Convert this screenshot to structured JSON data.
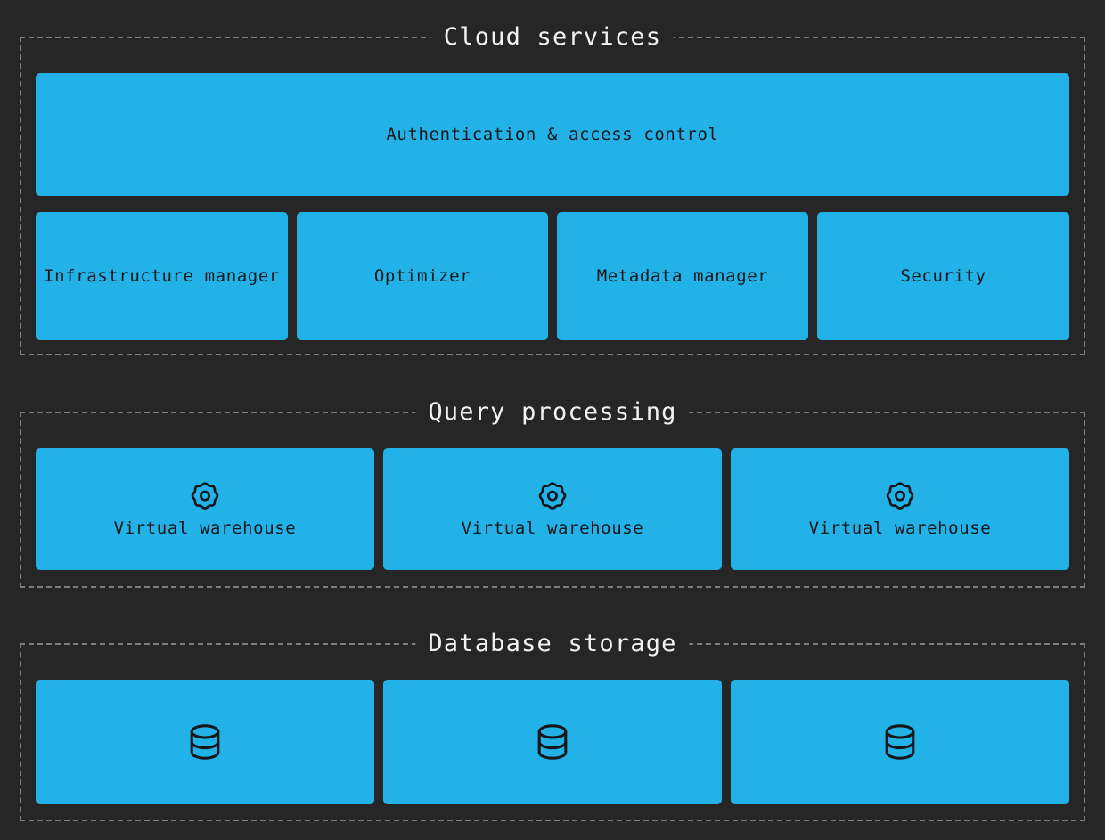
{
  "diagram": {
    "background_color": "#262626",
    "node_color": "#22b2e8",
    "node_text_color": "#17171a",
    "group_border_color": "#7d7d7d",
    "group_title_color": "#f2f2f2",
    "sections": [
      {
        "id": "cloud-services",
        "title": "Cloud services",
        "rows": [
          {
            "nodes": [
              {
                "label": "Authentication & access control",
                "icon": ""
              }
            ]
          },
          {
            "nodes": [
              {
                "label": "Infrastructure manager",
                "icon": ""
              },
              {
                "label": "Optimizer",
                "icon": ""
              },
              {
                "label": "Metadata manager",
                "icon": ""
              },
              {
                "label": "Security",
                "icon": ""
              }
            ]
          }
        ]
      },
      {
        "id": "query-processing",
        "title": "Query processing",
        "rows": [
          {
            "nodes": [
              {
                "label": "Virtual warehouse",
                "icon": "gear-icon"
              },
              {
                "label": "Virtual warehouse",
                "icon": "gear-icon"
              },
              {
                "label": "Virtual warehouse",
                "icon": "gear-icon"
              }
            ]
          }
        ]
      },
      {
        "id": "database-storage",
        "title": "Database storage",
        "rows": [
          {
            "nodes": [
              {
                "label": "",
                "icon": "database-icon"
              },
              {
                "label": "",
                "icon": "database-icon"
              },
              {
                "label": "",
                "icon": "database-icon"
              }
            ]
          }
        ]
      }
    ]
  }
}
